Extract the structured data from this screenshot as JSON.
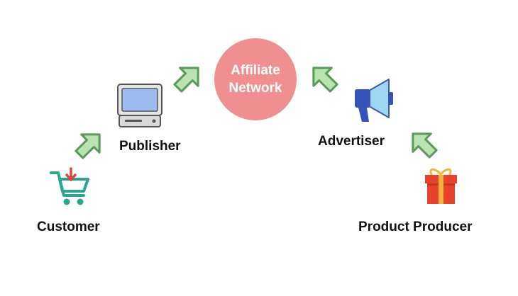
{
  "hub": {
    "line1": "Affiliate",
    "line2": "Network",
    "color": "#ef8f8f"
  },
  "nodes": {
    "publisher": {
      "label": "Publisher",
      "icon": "computer-icon"
    },
    "advertiser": {
      "label": "Advertiser",
      "icon": "megaphone-icon"
    },
    "customer": {
      "label": "Customer",
      "icon": "shopping-cart-icon"
    },
    "producer": {
      "label": "Product Producer",
      "icon": "gift-box-icon"
    }
  },
  "arrows": {
    "fill": "#b9e4b2",
    "stroke": "#5a9a57"
  },
  "colors": {
    "monitor_screen": "#9cbcef",
    "cart": "#2aa58f",
    "cart_arrow": "#e0433a",
    "megaphone_body": "#3553b8",
    "megaphone_cone": "#9fd6f0",
    "gift_box": "#e8412c",
    "gift_ribbon": "#f3b43b"
  }
}
